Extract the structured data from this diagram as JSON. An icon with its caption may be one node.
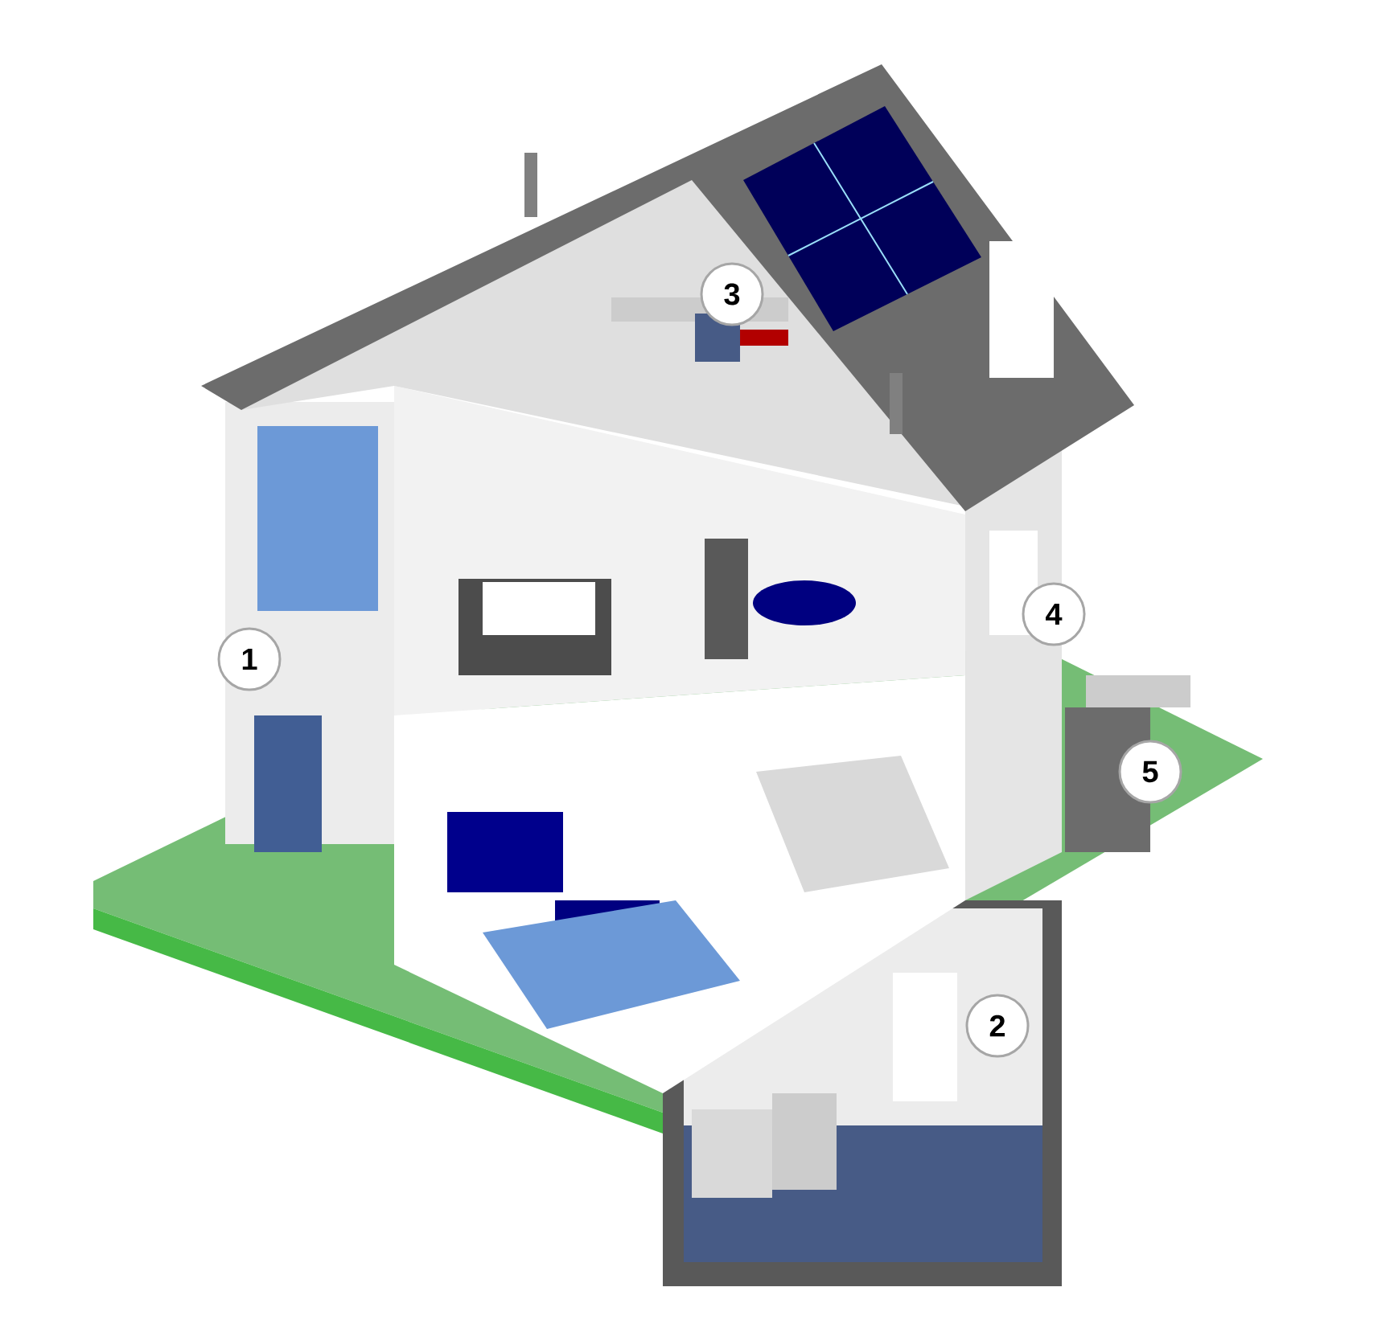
{
  "diagram": {
    "nodes": [
      {
        "text": [
          "3"
        ]
      },
      {
        "text": [
          "4"
        ]
      },
      {
        "text": [
          "1"
        ]
      },
      {
        "text": [
          "5"
        ]
      },
      {
        "text": [
          "2"
        ]
      }
    ]
  }
}
